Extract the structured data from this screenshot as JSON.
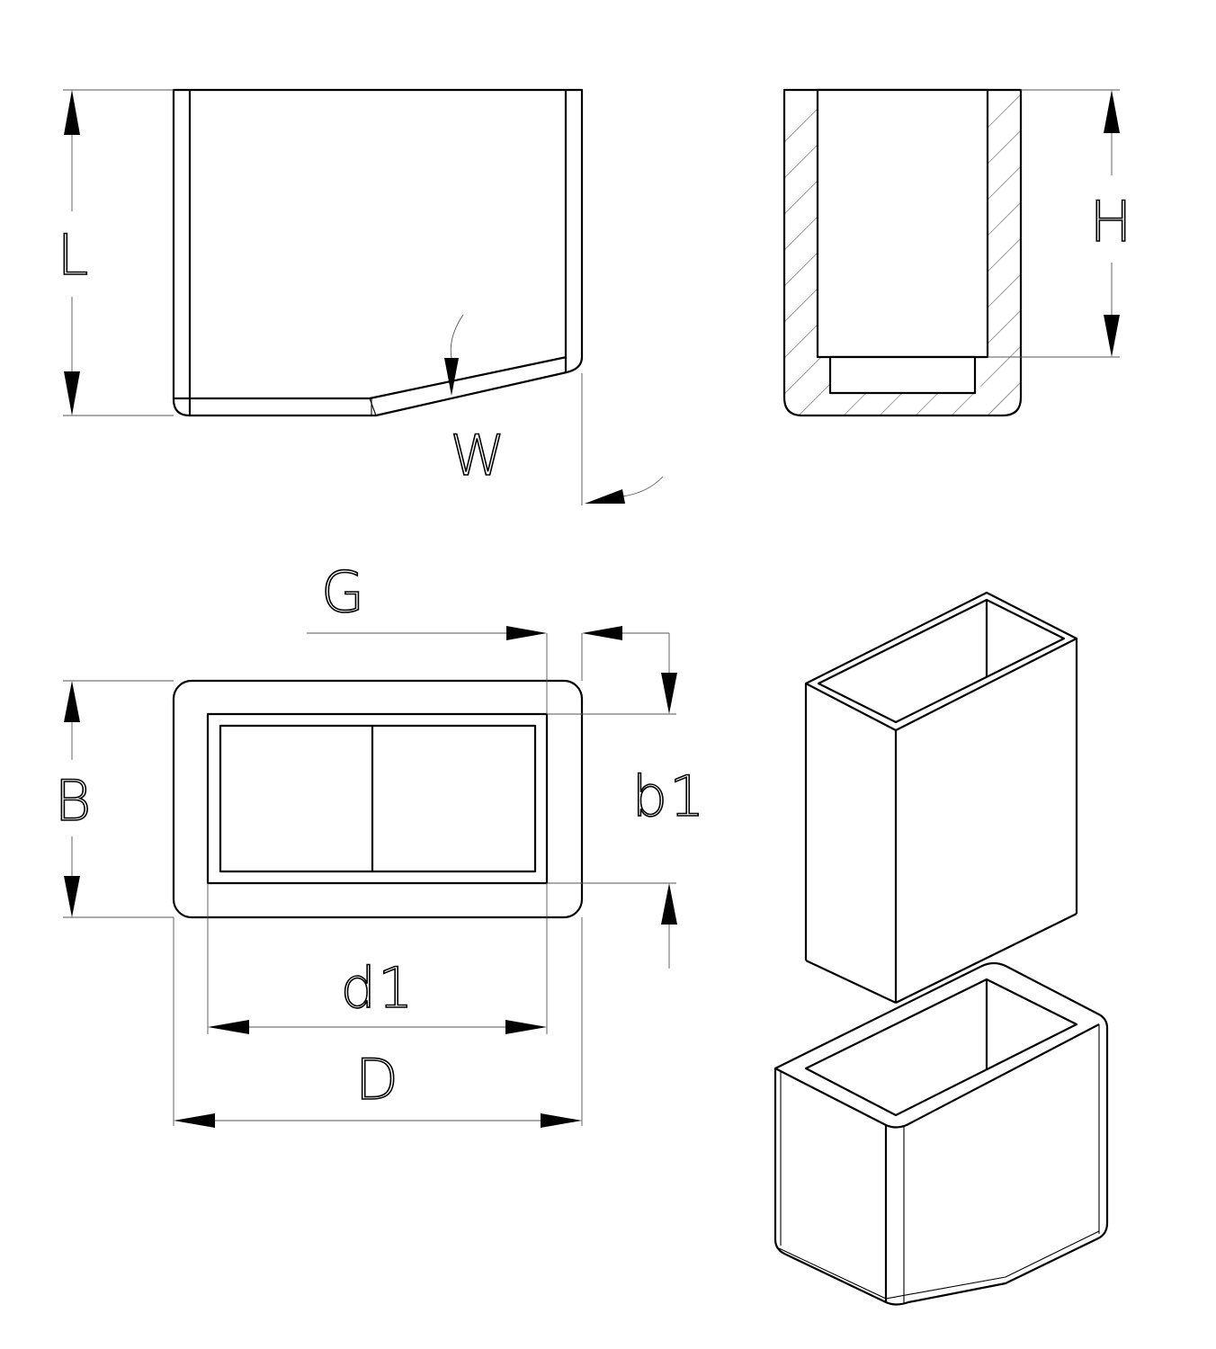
{
  "colors": {
    "line": "#000000",
    "extension": "#555555",
    "hatch": "#8a8a8a",
    "background": "#ffffff"
  },
  "labels": {
    "L": "L",
    "W": "W",
    "H": "H",
    "G": "G",
    "B": "B",
    "b1": "b1",
    "d1": "d1",
    "D": "D"
  }
}
